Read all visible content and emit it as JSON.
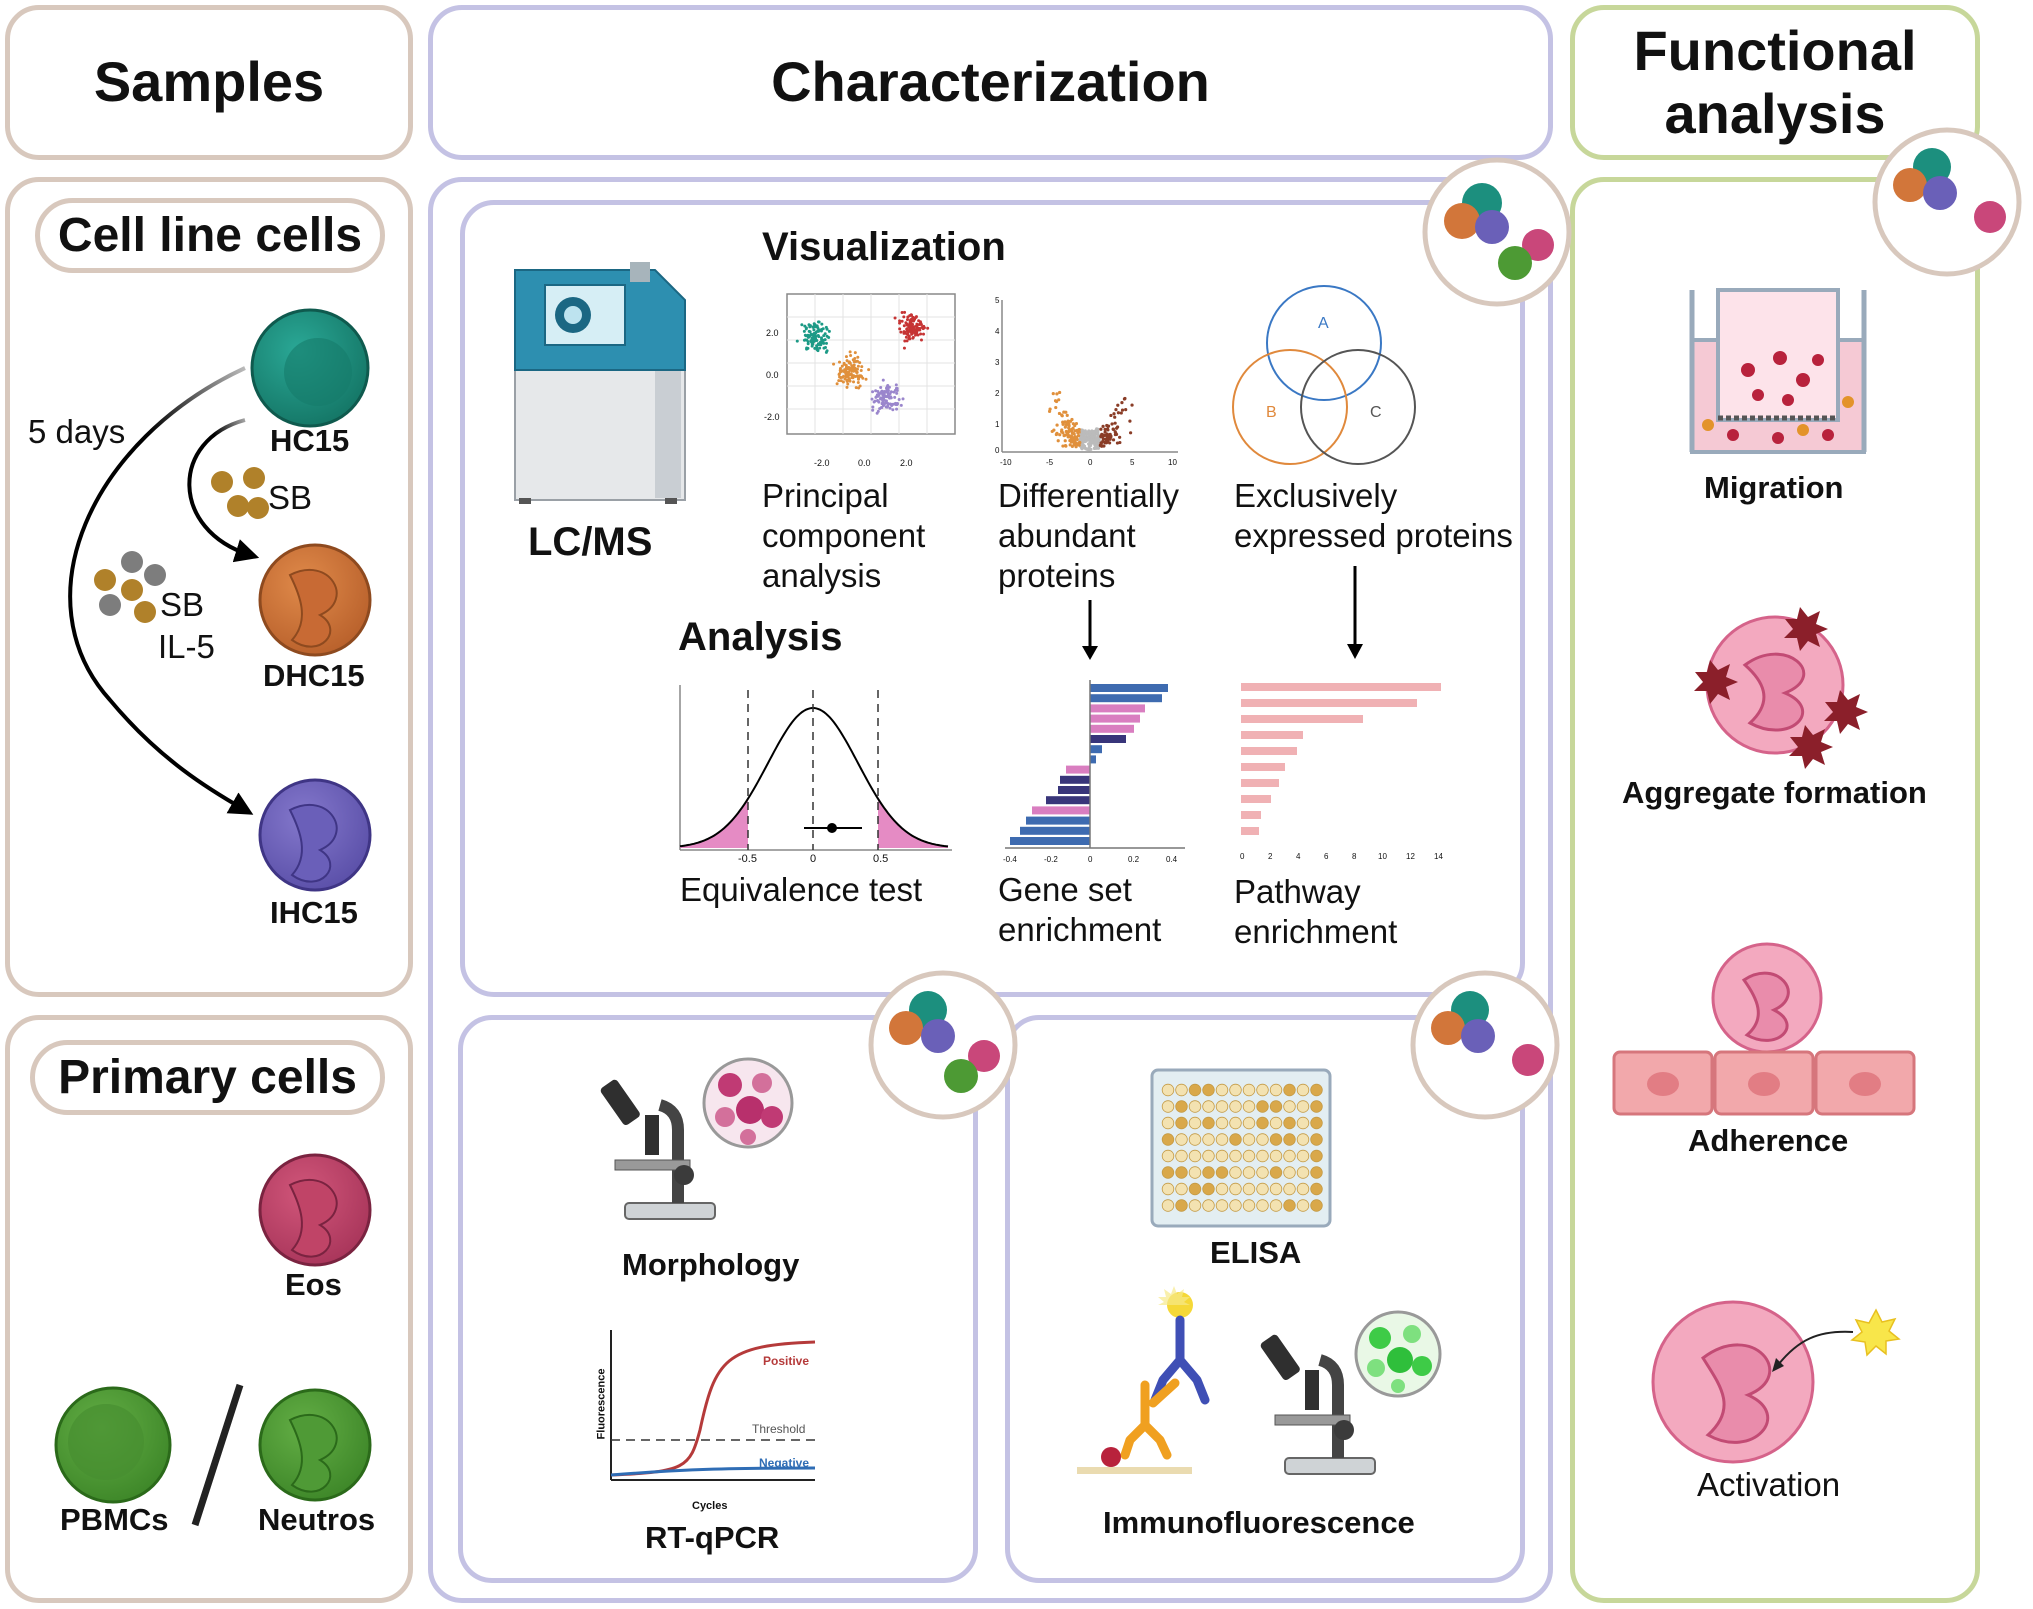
{
  "headers": {
    "samples": "Samples",
    "characterization": "Characterization",
    "functional": "Functional\nanalysis"
  },
  "samples": {
    "cell_line_title": "Cell line cells",
    "primary_title": "Primary cells",
    "hc15": "HC15",
    "dhc15": "DHC15",
    "ihc15": "IHC15",
    "days": "5 days",
    "sb": "SB",
    "sb2": "SB",
    "il5": "IL-5",
    "eos": "Eos",
    "pbmcs": "PBMCs",
    "neutros": "Neutros"
  },
  "characterization": {
    "lcms": "LC/MS",
    "visualization": "Visualization",
    "analysis": "Analysis",
    "pca": "Principal\ncomponent\nanalysis",
    "dap": "Differentially\nabundant\nproteins",
    "eep": "Exclusively\nexpressed proteins",
    "equivalence": "Equivalence test",
    "gse": "Gene set\nenrichment",
    "pathway": "Pathway\nenrichment",
    "venn": {
      "a": "A",
      "b": "B",
      "c": "C"
    },
    "pca_ticks": {
      "y": [
        "2.0",
        "0.0",
        "-2.0"
      ],
      "x": [
        "-2.0",
        "0.0",
        "2.0"
      ]
    },
    "volcano_ticks": {
      "y": [
        "5",
        "4",
        "3",
        "2",
        "1",
        "0"
      ],
      "x": [
        "-10",
        "-5",
        "0",
        "5",
        "10"
      ]
    },
    "eq_ticks": [
      "-0.5",
      "0",
      "0.5"
    ],
    "gse_ticks": [
      "-0.4",
      "-0.2",
      "0",
      "0.2",
      "0.4"
    ],
    "path_ticks": [
      "0",
      "2",
      "4",
      "6",
      "8",
      "10",
      "12",
      "14"
    ],
    "morphology": "Morphology",
    "rtqpcr": "RT-qPCR",
    "qpcr": {
      "positive": "Positive",
      "threshold": "Threshold",
      "negative": "Negative",
      "xlabel": "Cycles",
      "ylabel": "Fluorescence"
    },
    "elisa": "ELISA",
    "immunofluorescence": "Immunofluorescence"
  },
  "functional": {
    "migration": "Migration",
    "aggregate": "Aggregate formation",
    "adherence": "Adherence",
    "activation": "Activation"
  },
  "colors": {
    "tan": "#d8c8bd",
    "lavender": "#c4c2e4",
    "green": "#c7d79a",
    "teal": "#1c8f7e",
    "orange": "#d2763a",
    "purple": "#6a60b8",
    "pink": "#d9748f",
    "leaf": "#4d9a34",
    "gold": "#b0812a",
    "gray": "#7d7d7d"
  }
}
